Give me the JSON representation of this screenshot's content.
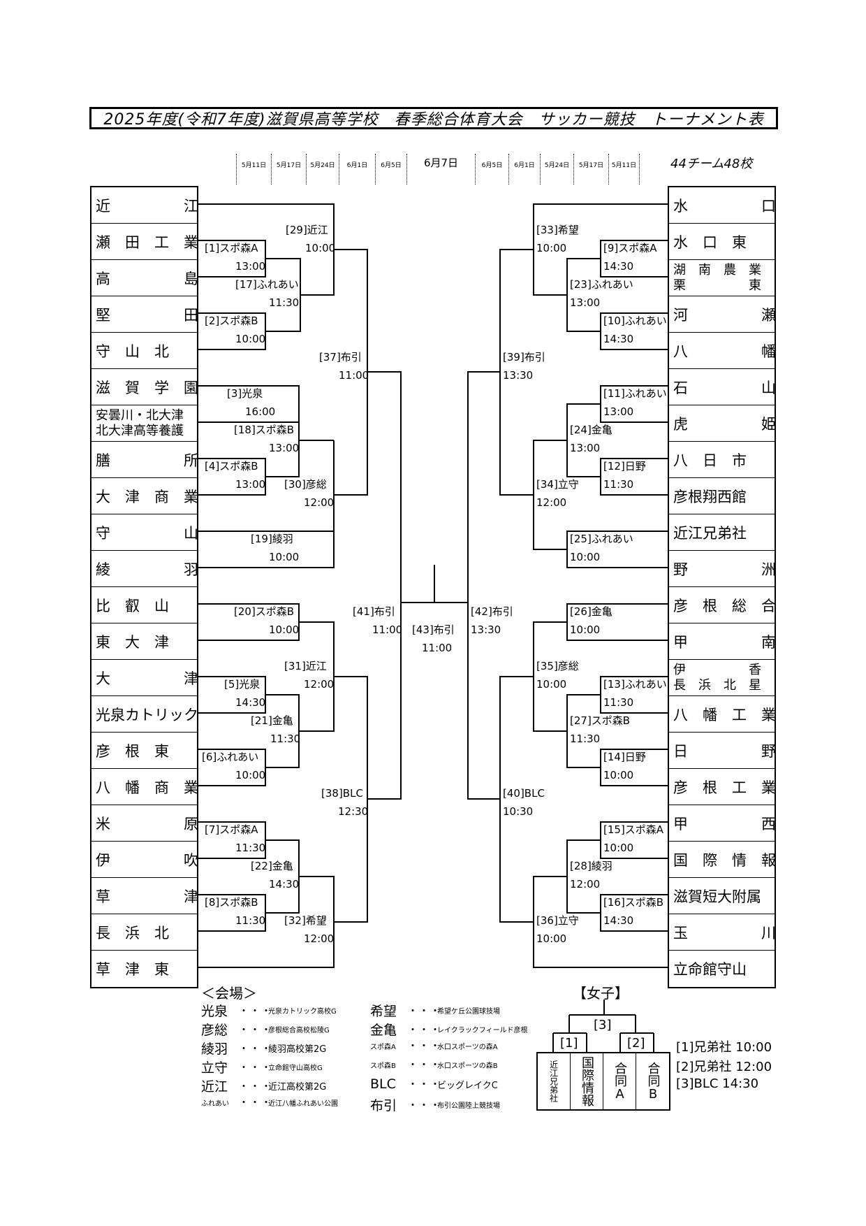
{
  "title": "2025年度(令和7年度)滋賀県高等学校　春季総合体育大会　サッカー競技　トーナメント表",
  "team_count": "44チーム48校",
  "dates_left": [
    "5月11日",
    "5月17日",
    "5月24日",
    "6月1日",
    "6月5日"
  ],
  "date_final": "6月7日",
  "dates_right": [
    "6月5日",
    "6月1日",
    "5月24日",
    "5月17日",
    "5月11日"
  ],
  "left_teams": [
    "近　　　　　江",
    "瀬　田　工　業",
    "高　　　　　島",
    "堅　　　　　田",
    "守　山　北",
    "滋　賀　学　園",
    "安曇川・北大津 北大津高等養護",
    "膳　　　　　所",
    "大　津　商　業",
    "守　　　　　山",
    "綾　　　　　羽",
    "比　叡　山",
    "東　大　津",
    "大　　　　　津",
    "光泉カトリック",
    "彦　根　東",
    "八　幡　商　業",
    "米　　　　　原",
    "伊　　　　　吹",
    "草　　　　　津",
    "長　浜　北",
    "草　津　東"
  ],
  "right_teams": [
    "水　　　　　口",
    "水　口　東",
    "湖　南　農　業 栗　　　　　東",
    "河　　　　　瀬",
    "八　　　　　幡",
    "石　　　　　山",
    "虎　　　　　姫",
    "八　日　市",
    "彦根翔西館",
    "近江兄弟社",
    "野　　　　　洲",
    "彦　根　総　合",
    "甲　　　　　南",
    "伊　　　　　香 長　浜　北　星",
    "八　幡　工　業",
    "日　　　　　野",
    "彦　根　工　業",
    "甲　　　　　西",
    "国　際　情　報",
    "滋賀短大附属",
    "玉　　　　　川",
    "立命館守山"
  ],
  "games": [
    {
      "id": "1",
      "v": "[1]スポ森A",
      "t": "13:00"
    },
    {
      "id": "2",
      "v": "[2]スポ森B",
      "t": "10:00"
    },
    {
      "id": "17",
      "v": "[17]ふれあい",
      "t": "11:30"
    },
    {
      "id": "29",
      "v": "[29]近江",
      "t": "10:00"
    },
    {
      "id": "3",
      "v": "[3]光泉",
      "t": "16:00"
    },
    {
      "id": "4",
      "v": "[4]スポ森B",
      "t": "13:00"
    },
    {
      "id": "18",
      "v": "[18]スポ森B",
      "t": "13:00"
    },
    {
      "id": "19",
      "v": "[19]綾羽",
      "t": "10:00"
    },
    {
      "id": "30",
      "v": "[30]彦総",
      "t": "12:00"
    },
    {
      "id": "37",
      "v": "[37]布引",
      "t": "11:00"
    },
    {
      "id": "20",
      "v": "[20]スポ森B",
      "t": "10:00"
    },
    {
      "id": "5",
      "v": "[5]光泉",
      "t": "14:30"
    },
    {
      "id": "6",
      "v": "[6]ふれあい",
      "t": "10:00"
    },
    {
      "id": "21",
      "v": "[21]金亀",
      "t": "11:30"
    },
    {
      "id": "31",
      "v": "[31]近江",
      "t": "12:00"
    },
    {
      "id": "7",
      "v": "[7]スポ森A",
      "t": "11:30"
    },
    {
      "id": "8",
      "v": "[8]スポ森B",
      "t": "11:30"
    },
    {
      "id": "22",
      "v": "[22]金亀",
      "t": "14:30"
    },
    {
      "id": "32",
      "v": "[32]希望",
      "t": "12:00"
    },
    {
      "id": "38",
      "v": "[38]BLC",
      "t": "12:30"
    },
    {
      "id": "41",
      "v": "[41]布引",
      "t": "11:00"
    },
    {
      "id": "43",
      "v": "[43]布引",
      "t": "11:00"
    },
    {
      "id": "42",
      "v": "[42]布引",
      "t": "13:30"
    },
    {
      "id": "9",
      "v": "[9]スポ森A",
      "t": "14:30"
    },
    {
      "id": "10",
      "v": "[10]ふれあい",
      "t": "14:30"
    },
    {
      "id": "23",
      "v": "[23]ふれあい",
      "t": "13:00"
    },
    {
      "id": "33",
      "v": "[33]希望",
      "t": "10:00"
    },
    {
      "id": "11",
      "v": "[11]ふれあい",
      "t": "13:00"
    },
    {
      "id": "12",
      "v": "[12]日野",
      "t": "11:30"
    },
    {
      "id": "24",
      "v": "[24]金亀",
      "t": "13:00"
    },
    {
      "id": "25",
      "v": "[25]ふれあい",
      "t": "10:00"
    },
    {
      "id": "34",
      "v": "[34]立守",
      "t": "12:00"
    },
    {
      "id": "39",
      "v": "[39]布引",
      "t": "13:30"
    },
    {
      "id": "26",
      "v": "[26]金亀",
      "t": "10:00"
    },
    {
      "id": "13",
      "v": "[13]ふれあい",
      "t": "11:30"
    },
    {
      "id": "14",
      "v": "[14]日野",
      "t": "10:00"
    },
    {
      "id": "27",
      "v": "[27]スポ森B",
      "t": "11:30"
    },
    {
      "id": "35",
      "v": "[35]彦総",
      "t": "10:00"
    },
    {
      "id": "15",
      "v": "[15]スポ森A",
      "t": "10:00"
    },
    {
      "id": "16",
      "v": "[16]スポ森B",
      "t": "14:30"
    },
    {
      "id": "28",
      "v": "[28]綾羽",
      "t": "12:00"
    },
    {
      "id": "36",
      "v": "[36]立守",
      "t": "10:00"
    },
    {
      "id": "40",
      "v": "[40]BLC",
      "t": "10:30"
    }
  ],
  "venues_title": "＜会場＞",
  "venues": [
    {
      "k": "光泉",
      "p": "光泉カトリック高校G"
    },
    {
      "k": "彦総",
      "p": "彦根総合高校松陵G"
    },
    {
      "k": "綾羽",
      "p": "綾羽高校第2G"
    },
    {
      "k": "立守",
      "p": "立命館守山高校G"
    },
    {
      "k": "近江",
      "p": "近江高校第2G"
    },
    {
      "k": "ふれあい",
      "p": "近江八幡ふれあい公園"
    },
    {
      "k": "希望",
      "p": "希望ケ丘公園球技場"
    },
    {
      "k": "金亀",
      "p": "レイクラックフィールド彦根"
    },
    {
      "k": "スポ森A",
      "p": "水口スポーツの森A"
    },
    {
      "k": "スポ森B",
      "p": "水口スポーツの森B"
    },
    {
      "k": "BLC",
      "p": "ビッグレイクC"
    },
    {
      "k": "布引",
      "p": "布引公園陸上競技場"
    }
  ],
  "venue_dots": "・・・",
  "women": {
    "title": "【女子】",
    "m3": "[3]",
    "m1": "[1]",
    "m2": "[2]",
    "teams": [
      "近江兄弟社",
      "国際情報",
      "合同A",
      "合同B"
    ],
    "schedule": [
      "[1]兄弟社 10:00",
      "[2]兄弟社 12:00",
      "[3]BLC 14:30"
    ]
  }
}
